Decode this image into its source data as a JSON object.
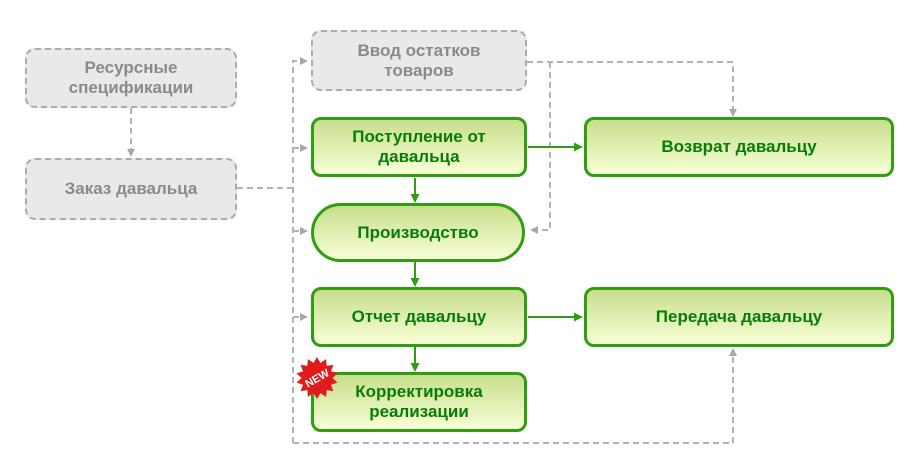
{
  "nodes": {
    "resource_specs": {
      "label": "Ресурсные спецификации"
    },
    "supplier_order": {
      "label": "Заказ давальца"
    },
    "goods_opening_balance": {
      "label": "Ввод остатков товаров"
    },
    "receipt_from_supplier": {
      "label": "Поступление от давальца"
    },
    "return_to_supplier": {
      "label": "Возврат давальцу"
    },
    "production": {
      "label": "Производство"
    },
    "report_to_supplier": {
      "label": "Отчет давальцу"
    },
    "transfer_to_supplier": {
      "label": "Передача давальцу"
    },
    "sales_correction": {
      "label": "Корректировка реализации",
      "badge": "NEW"
    }
  },
  "colors": {
    "accent_green": "#2f9e10",
    "green_text": "#077d07",
    "green_fill_top": "#c8de8c",
    "green_fill_bottom": "#f7ffd6",
    "gray_fill": "#e9e9e9",
    "gray_border": "#ababab",
    "gray_text": "#8a8a8a",
    "connector_gray": "#b3b3b3",
    "badge_red": "#e01b1b"
  }
}
